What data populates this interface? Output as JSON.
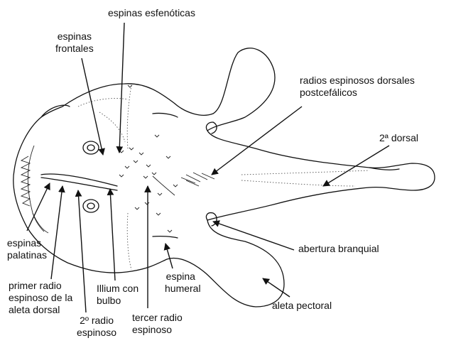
{
  "labels": {
    "espinas_esfenoticas": "espinas esfenóticas",
    "espinas_frontales": [
      "espinas",
      "frontales"
    ],
    "radios_dorsales": [
      "radios espinosos dorsales",
      "postcefálicos"
    ],
    "segunda_dorsal": "2ª dorsal",
    "espinas_palatinas": [
      "espinas",
      "palatinas"
    ],
    "primer_radio": [
      "primer radio",
      "espinoso de la",
      "aleta dorsal"
    ],
    "segundo_radio": [
      "2º radio",
      "espinoso"
    ],
    "illium": [
      "Illium con",
      "bulbo"
    ],
    "tercer_radio": [
      "tercer radio",
      "espinoso"
    ],
    "espina_humeral": [
      "espina",
      "humeral"
    ],
    "aleta_pectoral": "aleta pectoral",
    "abertura_branquial": "abertura branquial"
  },
  "colors": {
    "ink": "#111111",
    "background": "#ffffff"
  }
}
